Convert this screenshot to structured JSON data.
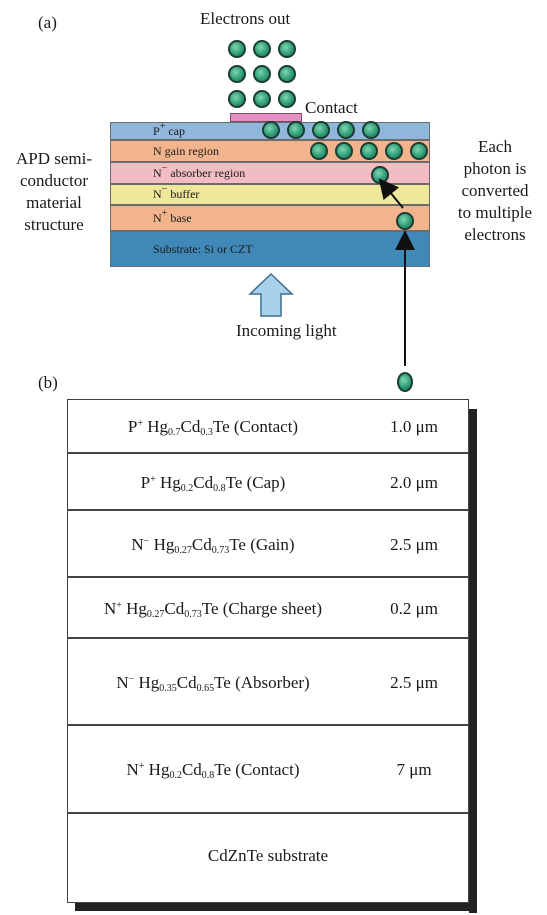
{
  "panel_a": {
    "label": "(a)",
    "electrons_out": "Electrons out",
    "contact": "Contact",
    "left_caption": [
      "APD semi-",
      "conductor",
      "material",
      "structure"
    ],
    "right_caption": [
      "Each",
      "photon is",
      "converted",
      "to multiple",
      "electrons"
    ],
    "incoming_light": "Incoming light",
    "layers": [
      {
        "name": "P+ cap",
        "base": "P",
        "sup": "+",
        "rest": " cap",
        "color": "#8fb7dc"
      },
      {
        "name": "N gain region",
        "base": "N gain region",
        "sup": "",
        "rest": "",
        "color": "#f1b48d"
      },
      {
        "name": "N− absorber region",
        "base": "N",
        "sup": "−",
        "rest": " absorber region",
        "color": "#f2bcc4"
      },
      {
        "name": "N− buffer",
        "base": "N",
        "sup": "−",
        "rest": " buffer",
        "color": "#efe79a"
      },
      {
        "name": "N+ base",
        "base": "N",
        "sup": "+",
        "rest": " base",
        "color": "#f1b48d"
      },
      {
        "name": "Substrate: Si or CZT",
        "base": "Substrate: Si or CZT",
        "sup": "",
        "rest": "",
        "color": "#3f88b8"
      }
    ]
  },
  "panel_b": {
    "label": "(b)",
    "rows": [
      {
        "pre": "P",
        "sup": "+",
        "hg": "Hg",
        "hg_sub": "0.7",
        "cd": "Cd",
        "cd_sub": "0.3",
        "post": "Te (Contact)",
        "thickness": "1.0 μm"
      },
      {
        "pre": "P",
        "sup": "+",
        "hg": "Hg",
        "hg_sub": "0.2",
        "cd": "Cd",
        "cd_sub": "0.8",
        "post": "Te (Cap)",
        "thickness": "2.0 μm"
      },
      {
        "pre": "N",
        "sup": "−",
        "hg": "Hg",
        "hg_sub": "0.27",
        "cd": "Cd",
        "cd_sub": "0.73",
        "post": "Te (Gain)",
        "thickness": "2.5 μm"
      },
      {
        "pre": "N",
        "sup": "+",
        "hg": "Hg",
        "hg_sub": "0.27",
        "cd": "Cd",
        "cd_sub": "0.73",
        "post": "Te (Charge sheet)",
        "thickness": "0.2 μm"
      },
      {
        "pre": "N",
        "sup": "−",
        "hg": "Hg",
        "hg_sub": "0.35",
        "cd": "Cd",
        "cd_sub": "0.65",
        "post": "Te (Absorber)",
        "thickness": "2.5 μm"
      },
      {
        "pre": "N",
        "sup": "+",
        "hg": "Hg",
        "hg_sub": "0.2",
        "cd": "Cd",
        "cd_sub": "0.8",
        "post": "Te (Contact)",
        "thickness": "7 μm"
      }
    ],
    "substrate": "CdZnTe substrate"
  }
}
